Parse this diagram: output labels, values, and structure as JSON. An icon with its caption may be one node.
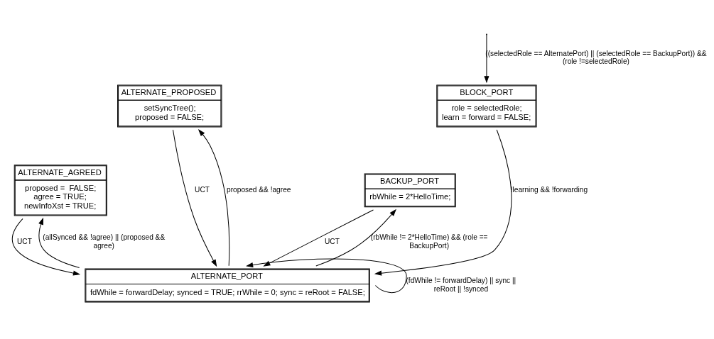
{
  "diagram": {
    "nodes": [
      {
        "text": [
          "ALTERNATE_PROPOSED",
          "setSyncTree(); proposed = FALSE;"
        ]
      },
      {
        "text": [
          "BLOCK_PORT",
          "role = selectedRole; learn = forward = FALSE;"
        ]
      },
      {
        "text": [
          "ALTERNATE_AGREED",
          "proposed =  FALSE; agree = TRUE; newInfoXst = TRUE;"
        ]
      },
      {
        "text": [
          "BACKUP_PORT",
          "rbWhile = 2*HelloTime;"
        ]
      },
      {
        "text": [
          "ALTERNATE_PORT",
          "fdWhile = forwardDelay; synced = TRUE; rrWhile = 0; sync = reRoot = FALSE;"
        ]
      }
    ],
    "edges": [
      {
        "from": null,
        "to": 1,
        "arrow": "to",
        "label": "((selectedRole == AlternatePort) || (selectedRole == BackupPort)) && (role !=selectedRole)"
      },
      {
        "from": 4,
        "to": 0,
        "arrow": "to",
        "label": "proposed && !agree"
      },
      {
        "from": 4,
        "to": 2,
        "arrow": "to",
        "label": "(allSynced && !agree) || (proposed && agree)"
      },
      {
        "from": 4,
        "to": 3,
        "arrow": "to",
        "label": "(rbWhile != 2*HelloTime) && (role == BackupPort)"
      },
      {
        "from": 0,
        "to": 4,
        "arrow": "to",
        "label": "UCT"
      },
      {
        "from": 2,
        "to": 4,
        "arrow": "to",
        "label": "UCT"
      },
      {
        "from": 1,
        "to": 4,
        "arrow": "to",
        "label": "!learning && !forwarding"
      },
      {
        "from": 3,
        "to": 4,
        "arrow": "to",
        "label": "UCT"
      },
      {
        "from": 4,
        "to": 4,
        "arrow": "to",
        "label": "(fdWhile != forwardDelay) || sync || reRoot || !synced"
      }
    ]
  }
}
